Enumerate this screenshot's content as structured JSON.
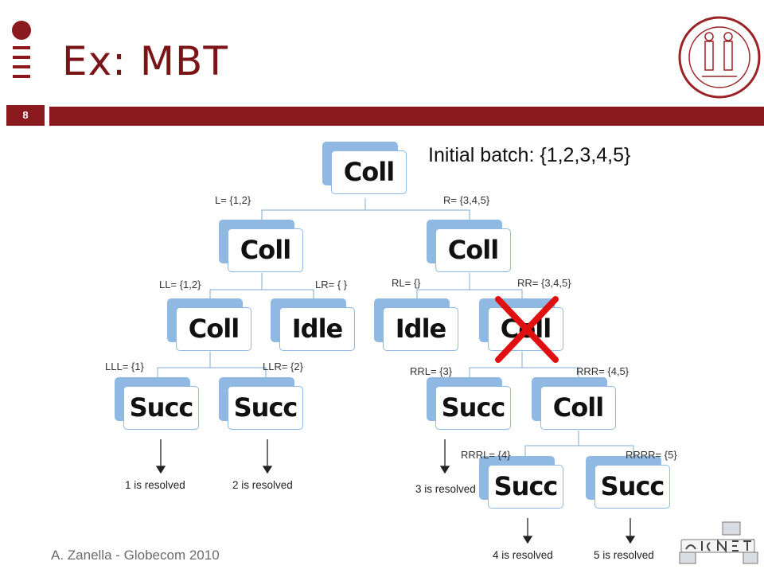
{
  "slide": {
    "title": "Ex: MBT",
    "page_number": "8",
    "footer": "A. Zanella - Globecom 2010",
    "initial_batch": "Initial batch: {1,2,3,4,5}",
    "accent_color": "#8b1a1e"
  },
  "tree": {
    "nodes": {
      "root": "Coll",
      "l": "Coll",
      "r": "Coll",
      "ll": "Coll",
      "lr": "Idle",
      "rl": "Idle",
      "rr": "Coll",
      "lll": "Succ",
      "llr": "Succ",
      "rrl": "Succ",
      "rrr": "Coll",
      "rrrl": "Succ",
      "rrrr": "Succ"
    },
    "edge_labels": {
      "l": "L= {1,2}",
      "r": "R= {3,4,5}",
      "ll": "LL= {1,2}",
      "lr": "LR= { }",
      "rl": "RL= {}",
      "rr": "RR= {3,4,5}",
      "lll": "LLL= {1}",
      "llr": "LLR= {2}",
      "rrl": "RRL= {3}",
      "rrr": "RRR= {4,5}",
      "rrrl": "RRRL= {4}",
      "rrrr": "RRRR= {5}"
    },
    "resolved": {
      "one": "1 is resolved",
      "two": "2 is resolved",
      "three": "3 is resolved",
      "four": "4 is resolved",
      "five": "5 is resolved"
    }
  }
}
